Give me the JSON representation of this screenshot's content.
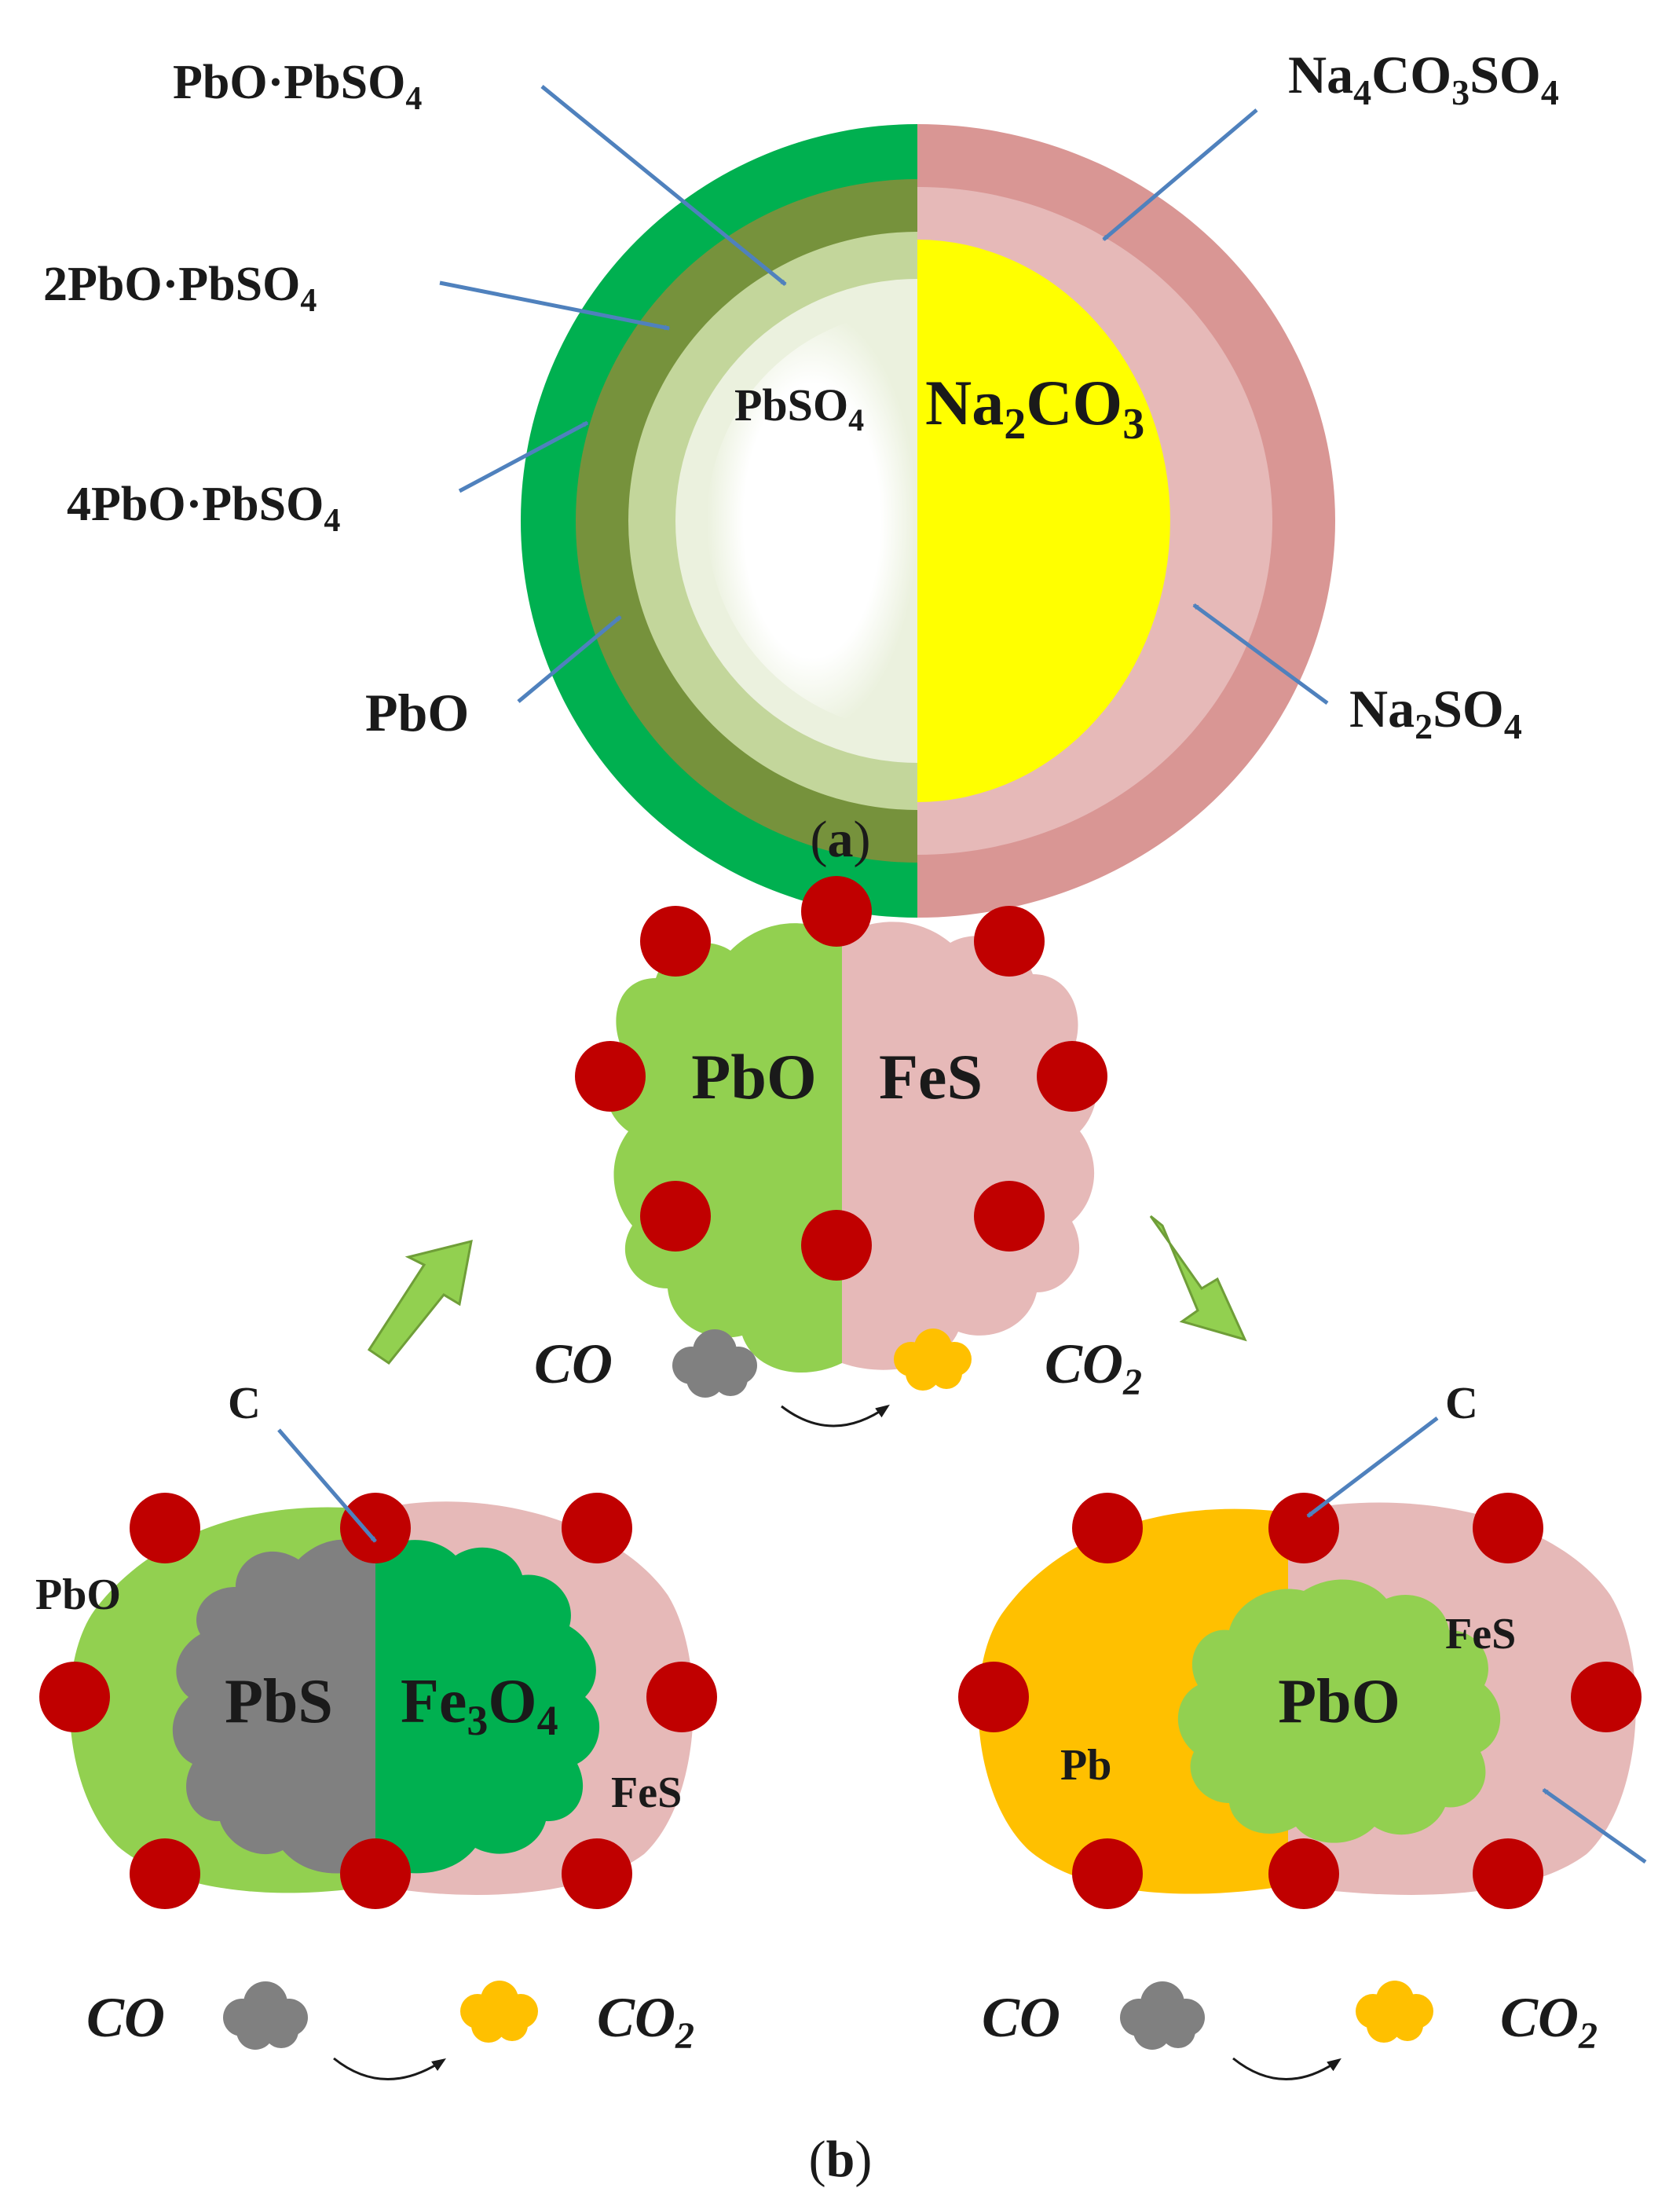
{
  "panel_a": {
    "caption": {
      "open": "(",
      "letter": "a",
      "close": ")"
    },
    "labels": {
      "pbo_pbso4": {
        "main": "PbO·PbSO",
        "sub": "4"
      },
      "twopbo_pbso4": {
        "main": "2PbO·PbSO",
        "sub": "4"
      },
      "fourpbo_pbso4": {
        "main": "4PbO·PbSO",
        "sub": "4"
      },
      "pbo": "PbO",
      "pbso4_core": {
        "main": "PbSO",
        "sub": "4"
      },
      "na2co3_core": {
        "a": "Na",
        "s1": "2",
        "b": "CO",
        "s2": "3"
      },
      "na4co3so4": {
        "a": "Na",
        "s1": "4",
        "b": "CO",
        "s2": "3",
        "c": "SO",
        "s3": "4"
      },
      "na2so4": {
        "a": "Na",
        "s1": "2",
        "b": "SO",
        "s2": "4"
      }
    }
  },
  "panel_b": {
    "caption": {
      "open": "(",
      "letter": "b",
      "close": ")"
    },
    "top": {
      "pbo": "PbO",
      "fes": "FeS",
      "co": "CO",
      "co2": {
        "main": "CO",
        "sub": "2"
      }
    },
    "left": {
      "c": "C",
      "pbo": "PbO",
      "pbs": "PbS",
      "fe3o4": {
        "a": "Fe",
        "s1": "3",
        "b": "O",
        "s2": "4"
      },
      "fes": "FeS",
      "co": "CO",
      "co2": {
        "main": "CO",
        "sub": "2"
      }
    },
    "right": {
      "c": "C",
      "pbo": "PbO",
      "fes": "FeS",
      "pb": "Pb",
      "co": "CO",
      "co2": {
        "main": "CO",
        "sub": "2"
      }
    }
  },
  "colors": {
    "pbo_outer": "#00b050",
    "olive": "#76923c",
    "light_green": "#c3d69b",
    "pale_green": "#ebf1de",
    "pink_outer": "#d99694",
    "pink_inner": "#e6b9b8",
    "yellow": "#ffff00",
    "lime": "#92d050",
    "gray": "#808080",
    "orange": "#ffc000",
    "red_dot": "#c00000",
    "arrow_blue": "#4f81bd"
  }
}
